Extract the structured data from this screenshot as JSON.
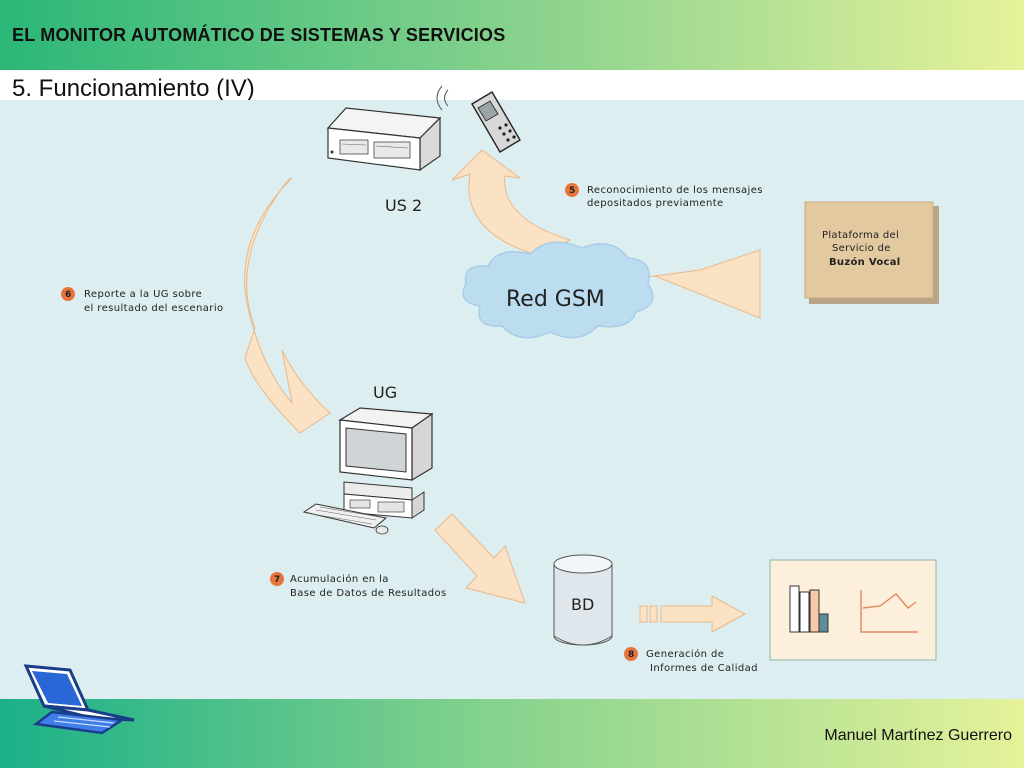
{
  "header": {
    "title": "EL MONITOR AUTOMÁTICO DE SISTEMAS Y SERVICIOS"
  },
  "slide": {
    "title": "5. Funcionamiento (IV)"
  },
  "footer": {
    "author": "Manuel Martínez Guerrero"
  },
  "diagram": {
    "nodes": {
      "us2": "US 2",
      "ug": "UG",
      "red_gsm": "Red GSM",
      "bd": "BD",
      "plataforma": [
        "Plataforma del",
        "Servicio de",
        "Buzón Vocal"
      ]
    },
    "steps": [
      {
        "num": "5",
        "lines": [
          "Reconocimiento de los mensajes",
          "depositados previamente"
        ]
      },
      {
        "num": "6",
        "lines": [
          "Reporte a la UG sobre",
          "el resultado del escenario"
        ]
      },
      {
        "num": "7",
        "lines": [
          "Acumulación en la",
          "Base de Datos de Resultados"
        ]
      },
      {
        "num": "8",
        "lines": [
          "Generación de",
          "Informes de Calidad"
        ]
      }
    ]
  },
  "colors": {
    "diagram_bg": "#ddeef0",
    "arrow_fill": "#fbe2c4",
    "arrow_stroke": "#e8b98a",
    "step_badge": "#e8743b",
    "plataforma_box": "#e3c9a0",
    "cloud": "#bcdcf0"
  }
}
